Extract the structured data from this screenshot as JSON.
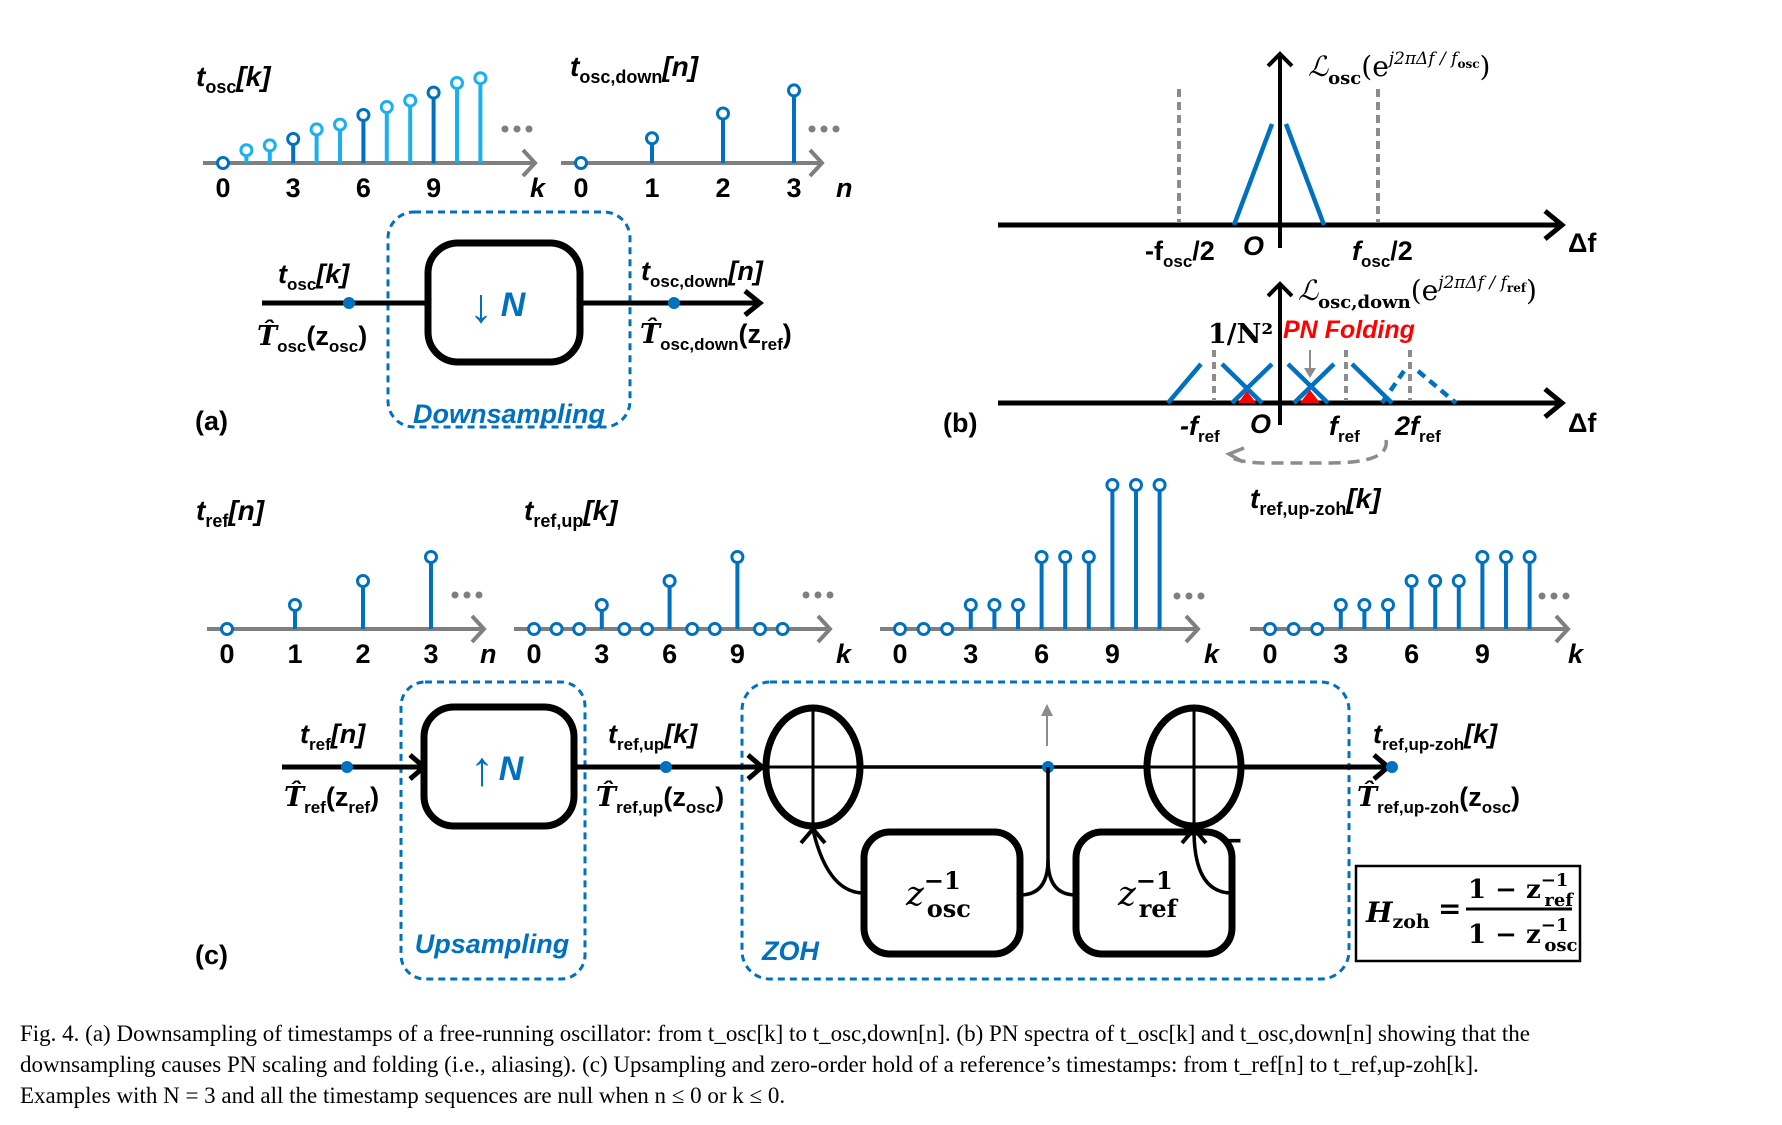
{
  "colors": {
    "stem_blue": "#0070c0",
    "stem_light_blue": "#1ab0f0",
    "axis_gray": "#7f7f7f",
    "dash_gray": "#8c8c8c",
    "folding_red": "#ff0000",
    "black": "#000000"
  },
  "panel_a": {
    "tag": "(a)",
    "chart_tosc": {
      "title_main": "t",
      "title_sub": "osc",
      "title_idx": "[k]",
      "axis_var": "k",
      "ticks": [
        "0",
        "3",
        "6",
        "9"
      ],
      "values": [
        0,
        0.8,
        1.1,
        1.5,
        2.1,
        2.4,
        3.0,
        3.5,
        3.9,
        4.4,
        5.0,
        5.3
      ],
      "highlight_every": 3,
      "ellipsis": "•••"
    },
    "chart_toscdown": {
      "title_main": "t",
      "title_sub": "osc,down",
      "title_idx": "[n]",
      "axis_var": "n",
      "ticks": [
        "0",
        "1",
        "2",
        "3"
      ],
      "values": [
        0,
        1.5,
        3.0,
        4.4
      ],
      "ellipsis": "•••"
    },
    "block": {
      "in_label_main": "t",
      "in_label_sub": "osc",
      "in_label_idx": "[k]",
      "in_z_main": "T̂",
      "in_z_sub": "osc",
      "in_z_arg": "(z",
      "in_z_arg_sub": "osc",
      "in_z_close": ")",
      "op_symbol": "↓",
      "op_text": "N",
      "out_label_main": "t",
      "out_label_sub": "osc,down",
      "out_label_idx": "[n]",
      "out_z_main": "T̂",
      "out_z_sub": "osc,down",
      "out_z_arg": "(z",
      "out_z_arg_sub": "ref",
      "out_z_close": ")",
      "group_label": "Downsampling"
    }
  },
  "panel_b": {
    "tag": "(b)",
    "top_spectrum": {
      "y_label_main": "ℒ",
      "y_label_sub": "osc",
      "y_label_arg": "(e",
      "y_label_exp": "j2πΔf / f",
      "y_label_exp_sub": "osc",
      "y_label_close": ")",
      "x_label": "Δf",
      "tick_neg": "-f",
      "tick_neg_sub": "osc",
      "tick_neg_suffix": "/2",
      "tick_origin": "O",
      "tick_pos": "f",
      "tick_pos_sub": "osc",
      "tick_pos_suffix": "/2"
    },
    "bottom_spectrum": {
      "y_label_main": "ℒ",
      "y_label_sub": "osc,down",
      "y_label_arg": "(e",
      "y_label_exp": "j2πΔf / f",
      "y_label_exp_sub": "ref",
      "y_label_close": ")",
      "x_label": "Δf",
      "scale_label": "1/N²",
      "folding_label": "PN Folding",
      "tick_neg": "-f",
      "tick_neg_sub": "ref",
      "tick_origin": "O",
      "tick_pos": "f",
      "tick_pos_sub": "ref",
      "tick_pos2": "2f",
      "tick_pos2_sub": "ref"
    }
  },
  "panel_c": {
    "tag": "(c)",
    "chart_tref": {
      "title_main": "t",
      "title_sub": "ref",
      "title_idx": "[n]",
      "axis_var": "n",
      "ticks": [
        "0",
        "1",
        "2",
        "3"
      ],
      "values": [
        0,
        1,
        2,
        3
      ],
      "ellipsis": "•••"
    },
    "chart_trefup": {
      "title_main": "t",
      "title_sub": "ref,up",
      "title_idx": "[k]",
      "axis_var": "k",
      "ticks": [
        "0",
        "3",
        "6",
        "9"
      ],
      "values": [
        0,
        0,
        0,
        1,
        0,
        0,
        2,
        0,
        0,
        3,
        0,
        0
      ],
      "ellipsis": "•••"
    },
    "chart_accum": {
      "axis_var": "k",
      "ticks": [
        "0",
        "3",
        "6",
        "9"
      ],
      "values": [
        0,
        0,
        0,
        1,
        1,
        1,
        3,
        3,
        3,
        6,
        6,
        6
      ],
      "ellipsis": "•••"
    },
    "chart_trefupzoh": {
      "title_main": "t",
      "title_sub": "ref,up-zoh",
      "title_idx": "[k]",
      "axis_var": "k",
      "ticks": [
        "0",
        "3",
        "6",
        "9"
      ],
      "values": [
        0,
        0,
        0,
        1,
        1,
        1,
        2,
        2,
        2,
        3,
        3,
        3
      ],
      "ellipsis": "•••"
    },
    "block": {
      "in_label_main": "t",
      "in_label_sub": "ref",
      "in_label_idx": "[n]",
      "in_z_main": "T̂",
      "in_z_sub": "ref",
      "in_z_arg": "(z",
      "in_z_arg_sub": "ref",
      "in_z_close": ")",
      "op_symbol": "↑",
      "op_text": "N",
      "mid_label_main": "t",
      "mid_label_sub": "ref,up",
      "mid_label_idx": "[k]",
      "mid_z_main": "T̂",
      "mid_z_sub": "ref,up",
      "mid_z_arg": "(z",
      "mid_z_arg_sub": "osc",
      "mid_z_close": ")",
      "out_label_main": "t",
      "out_label_sub": "ref,up-zoh",
      "out_label_idx": "[k]",
      "out_z_main": "T̂",
      "out_z_sub": "ref,up-zoh",
      "out_z_arg": "(z",
      "out_z_arg_sub": "osc",
      "out_z_close": ")",
      "upsampling_label": "Upsampling",
      "zoh_label": "ZOH",
      "delay_osc_main": "z",
      "delay_osc_exp": "−1",
      "delay_osc_sub": "osc",
      "delay_ref_main": "z",
      "delay_ref_exp": "−1",
      "delay_ref_sub": "ref",
      "minus_sign": "−",
      "formula": {
        "lhs_main": "H",
        "lhs_sub": "zoh",
        "equals": "=",
        "num": "1 − z",
        "num_exp": "−1",
        "num_sub": "ref",
        "den": "1 − z",
        "den_exp": "−1",
        "den_sub": "osc"
      }
    }
  },
  "caption": {
    "line1": "Fig. 4.   (a) Downsampling of timestamps of a free-running oscillator: from t_osc[k] to t_osc,down[n]. (b) PN spectra of t_osc[k] and t_osc,down[n] showing that the",
    "line2": "downsampling causes PN scaling and folding (i.e., aliasing). (c) Upsampling and zero-order hold of a reference’s timestamps: from t_ref[n] to t_ref,up-zoh[k].",
    "line3": "Examples with N = 3 and all the timestamp sequences are null when n ≤ 0 or k ≤ 0."
  },
  "chart_data": [
    {
      "type": "scatter",
      "title": "t_osc[k]",
      "xlabel": "k",
      "x": [
        0,
        1,
        2,
        3,
        4,
        5,
        6,
        7,
        8,
        9,
        10,
        11
      ],
      "values": [
        0,
        0.8,
        1.1,
        1.5,
        2.1,
        2.4,
        3.0,
        3.5,
        3.9,
        4.4,
        5.0,
        5.3
      ]
    },
    {
      "type": "scatter",
      "title": "t_osc,down[n]",
      "xlabel": "n",
      "x": [
        0,
        1,
        2,
        3
      ],
      "values": [
        0,
        1.5,
        3.0,
        4.4
      ]
    },
    {
      "type": "scatter",
      "title": "t_ref[n]",
      "xlabel": "n",
      "x": [
        0,
        1,
        2,
        3
      ],
      "values": [
        0,
        1,
        2,
        3
      ]
    },
    {
      "type": "scatter",
      "title": "t_ref,up[k]",
      "xlabel": "k",
      "x": [
        0,
        1,
        2,
        3,
        4,
        5,
        6,
        7,
        8,
        9,
        10,
        11
      ],
      "values": [
        0,
        0,
        0,
        1,
        0,
        0,
        2,
        0,
        0,
        3,
        0,
        0
      ]
    },
    {
      "type": "scatter",
      "title": "accumulator output",
      "xlabel": "k",
      "x": [
        0,
        1,
        2,
        3,
        4,
        5,
        6,
        7,
        8,
        9,
        10,
        11
      ],
      "values": [
        0,
        0,
        0,
        1,
        1,
        1,
        3,
        3,
        3,
        6,
        6,
        6
      ]
    },
    {
      "type": "scatter",
      "title": "t_ref,up-zoh[k]",
      "xlabel": "k",
      "x": [
        0,
        1,
        2,
        3,
        4,
        5,
        6,
        7,
        8,
        9,
        10,
        11
      ],
      "values": [
        0,
        0,
        0,
        1,
        1,
        1,
        2,
        2,
        2,
        3,
        3,
        3
      ]
    }
  ]
}
